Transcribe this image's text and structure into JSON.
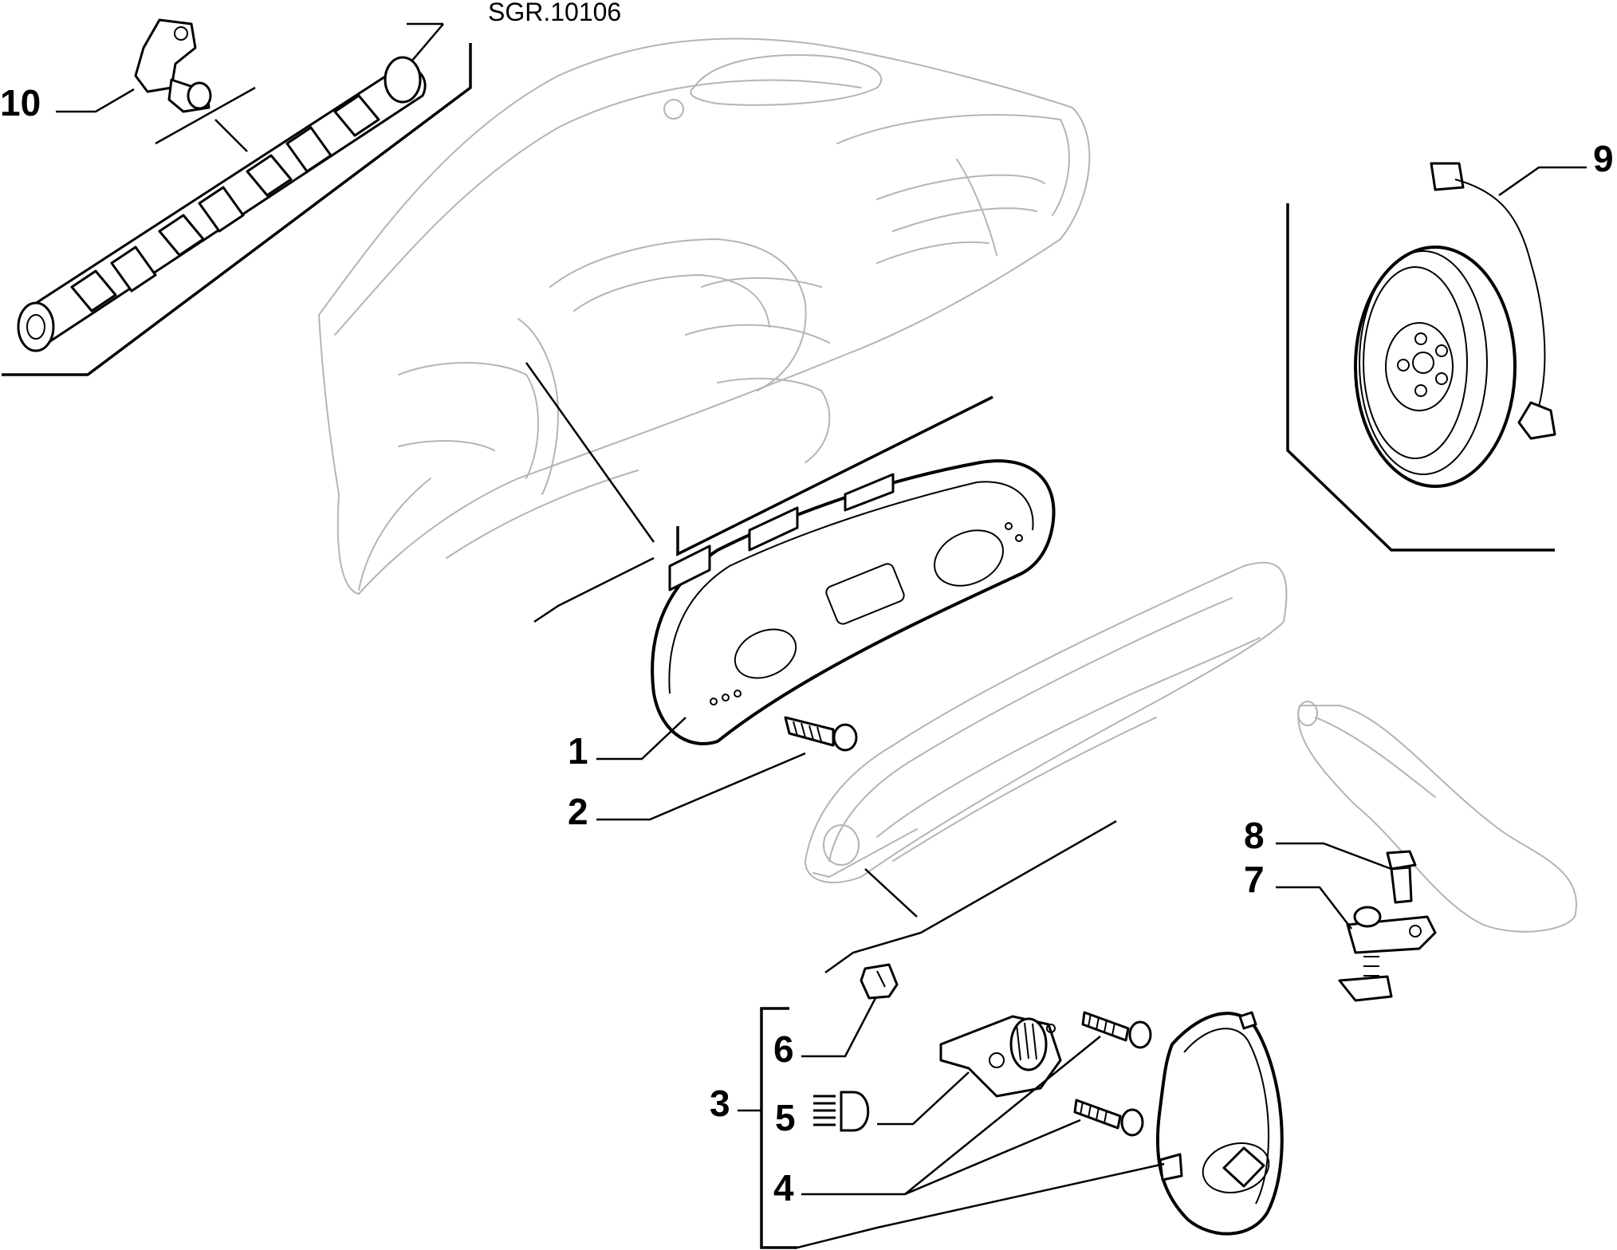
{
  "drawing_code": "SGR.10106",
  "callouts": {
    "c1": "1",
    "c2": "2",
    "c3": "3",
    "c4": "4",
    "c5": "5",
    "c6": "6",
    "c7": "7",
    "c8": "8",
    "c9": "9",
    "c10": "10"
  },
  "icons": {
    "headlight": "headlight-beam-icon"
  }
}
